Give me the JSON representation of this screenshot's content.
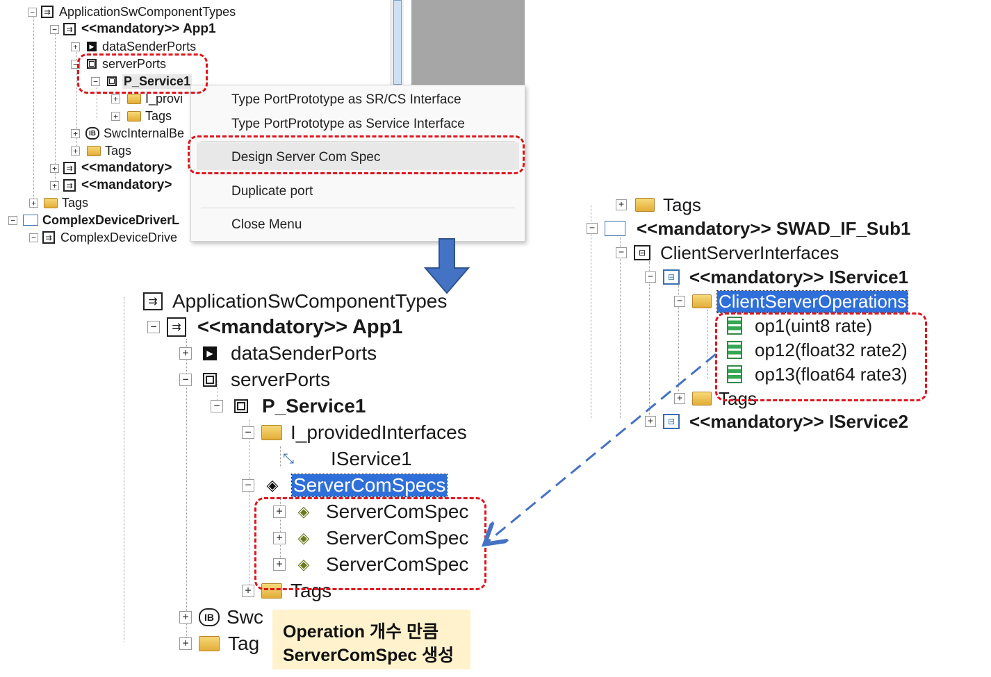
{
  "top_tree": {
    "items": [
      {
        "label": "ApplicationSwComponentTypes"
      },
      {
        "label": "<<mandatory>> App1"
      },
      {
        "label": "dataSenderPorts"
      },
      {
        "label": "serverPorts"
      },
      {
        "label": "P_Service1"
      },
      {
        "label": "I_provi"
      },
      {
        "label": "Tags"
      },
      {
        "label": "SwcInternalBe"
      },
      {
        "label": "Tags"
      },
      {
        "label": "<<mandatory>"
      },
      {
        "label": "<<mandatory>"
      },
      {
        "label": "Tags"
      },
      {
        "label": "ComplexDeviceDriverL"
      },
      {
        "label": "ComplexDeviceDrive"
      }
    ]
  },
  "context_menu": {
    "items": [
      {
        "label": "Type PortPrototype as SR/CS Interface"
      },
      {
        "label": "Type PortPrototype as Service Interface"
      },
      {
        "label": "Design Server Com Spec"
      },
      {
        "label": "Duplicate port"
      },
      {
        "label": "Close Menu"
      }
    ]
  },
  "bottom_tree": {
    "items": [
      {
        "label": "ApplicationSwComponentTypes"
      },
      {
        "label": "<<mandatory>> App1"
      },
      {
        "label": "dataSenderPorts"
      },
      {
        "label": "serverPorts"
      },
      {
        "label": "P_Service1"
      },
      {
        "label": "I_providedInterfaces"
      },
      {
        "label": "IService1"
      },
      {
        "label": "ServerComSpecs"
      },
      {
        "label": "ServerComSpec"
      },
      {
        "label": "ServerComSpec"
      },
      {
        "label": "ServerComSpec"
      },
      {
        "label": "Tags"
      },
      {
        "label": "Swc"
      },
      {
        "label": "Tag"
      }
    ]
  },
  "right_tree": {
    "items": [
      {
        "label": "Tags"
      },
      {
        "label": "<<mandatory>> SWAD_IF_Sub1"
      },
      {
        "label": "ClientServerInterfaces"
      },
      {
        "label": "<<mandatory>> IService1"
      },
      {
        "label": "ClientServerOperations"
      },
      {
        "label": "op1(uint8 rate)"
      },
      {
        "label": "op12(float32 rate2)"
      },
      {
        "label": "op13(float64 rate3)"
      },
      {
        "label": "Tags"
      },
      {
        "label": "<<mandatory>> IService2"
      }
    ]
  },
  "note": {
    "line1": "Operation 개수 만큼",
    "line2": "ServerComSpec 생성"
  },
  "icons": {
    "expand": "+",
    "collapse": "−",
    "ib": "IB"
  },
  "colors": {
    "highlight_red": "#e0141c",
    "arrow_blue": "#4472c4",
    "selection_blue": "#2f6fd9",
    "note_bg": "#fff2cc",
    "gray_panel": "#a6a6a6"
  }
}
